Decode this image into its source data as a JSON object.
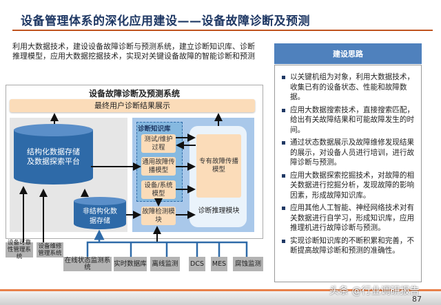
{
  "title": "设备管理体系的深化应用建设——设备故障诊断及预测",
  "intro": "利用大数据技术，建设设备故障诊断与预测系统，建立诊断知识库、诊断推理模型，应用大数据挖据技术，实现对关键设备故障的智能诊断和预测",
  "panel": {
    "header": "建设思路",
    "items": [
      "以关键机组为对象，利用大数据技术，收集已有的设备状态、性能和故障数据。",
      "应用大数据搜索技术，直接搜索匹配，给出有关故障结果和可能故障发生的时间。",
      "通过状态数据展示及故障维修发现结果的展示，对设备人员进行培训，进行故障诊断与预测。",
      "应用大数据探索挖掘技术，对故障的相关数据进行挖掘分析，发现故障的影响因素，形成故障知识库。",
      "应用其他人工智能、神经网络技术对有关数据进行自学习，形成知识库，应用推理机进行故障诊断与预测。",
      "实现诊断知识库的不断积累和完善，不断提高故障诊断和预测的准确性。"
    ]
  },
  "diagram": {
    "title": "设备故障诊断及预测系统",
    "top_bar": "最终用户诊断结果展示",
    "structured_store": "结构化数据存储及数据探索平台",
    "unstructured_store": "非结构化数据存储",
    "kb_title": "诊断知识库",
    "kb_items": [
      "测试/维护过程",
      "通用故障传播模型",
      "设备/系统模型"
    ],
    "fault_detect": "故障检测模块",
    "specific_model": "专有故障传播模型",
    "inference": "诊断推理模块",
    "side_systems": [
      "设备可靠性管理系统",
      "设备维修管理系统"
    ],
    "sources": [
      "在线状态监测系统",
      "实时数据库",
      "离线监测",
      "DCS",
      "MES",
      "腐蚀监测"
    ]
  },
  "watermark": "头条 @行业调研报告",
  "page": "87"
}
